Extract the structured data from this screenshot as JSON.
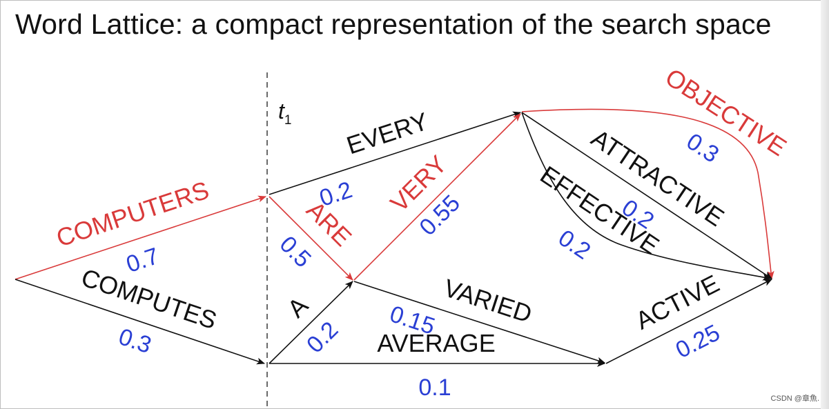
{
  "title": "Word Lattice: a compact representation of the search space",
  "time_marker": {
    "label": "t",
    "subscript": "1"
  },
  "watermark": "CSDN @章魚.",
  "colors": {
    "text": "#111111",
    "highlight": "#d93a3a",
    "probability": "#2a3fd4"
  },
  "edges": [
    {
      "id": "computers",
      "word": "COMPUTERS",
      "prob": "0.7",
      "on_best_path": true
    },
    {
      "id": "computes",
      "word": "COMPUTES",
      "prob": "0.3",
      "on_best_path": false
    },
    {
      "id": "every",
      "word": "EVERY",
      "prob": "0.2",
      "on_best_path": false
    },
    {
      "id": "are",
      "word": "ARE",
      "prob": "0.5",
      "on_best_path": true
    },
    {
      "id": "a",
      "word": "A",
      "prob": "0.2",
      "on_best_path": false
    },
    {
      "id": "very",
      "word": "VERY",
      "prob": "0.55",
      "on_best_path": true
    },
    {
      "id": "varied",
      "word": "VARIED",
      "prob": "0.15",
      "on_best_path": false
    },
    {
      "id": "average",
      "word": "AVERAGE",
      "prob": "0.1",
      "on_best_path": false
    },
    {
      "id": "objective",
      "word": "OBJECTIVE",
      "prob": "0.3",
      "on_best_path": true
    },
    {
      "id": "attractive",
      "word": "ATTRACTIVE",
      "prob": "0.2",
      "on_best_path": false
    },
    {
      "id": "effective",
      "word": "EFFECTIVE",
      "prob": "0.2",
      "on_best_path": false
    },
    {
      "id": "active",
      "word": "ACTIVE",
      "prob": "0.25",
      "on_best_path": false
    }
  ]
}
